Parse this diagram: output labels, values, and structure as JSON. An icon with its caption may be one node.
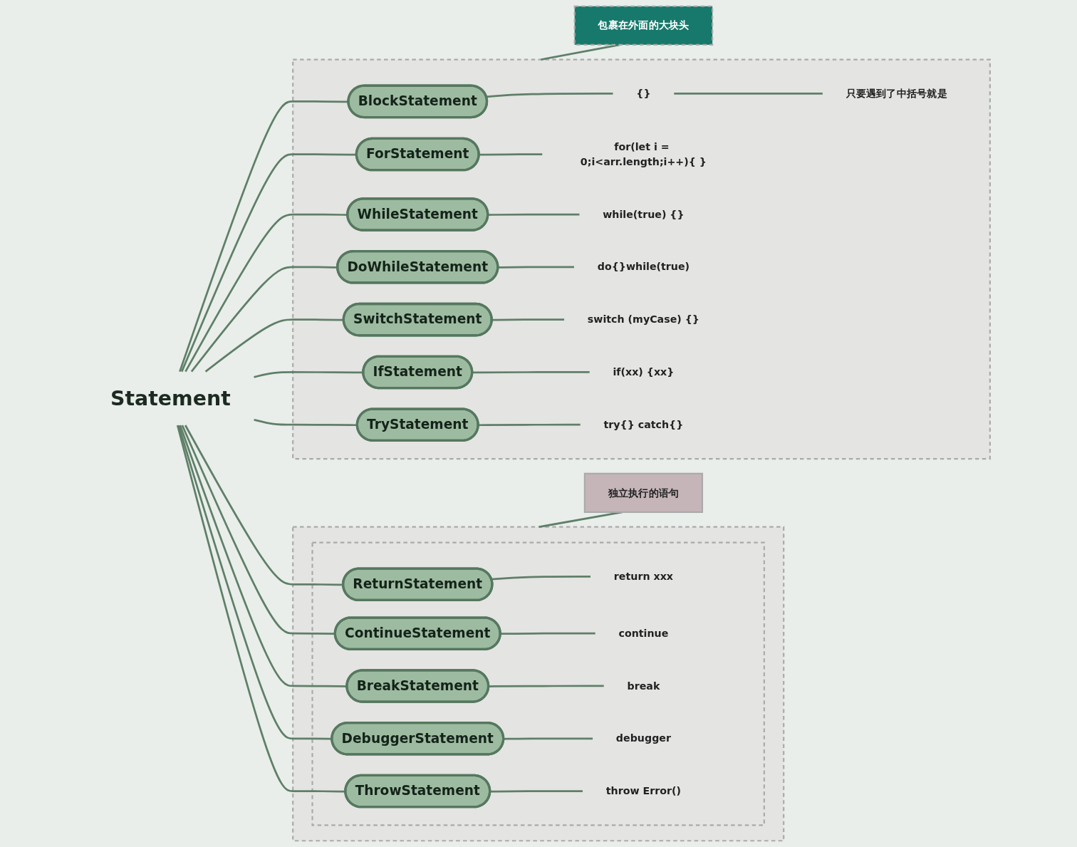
{
  "diagram": {
    "nodes": [
      {
        "text": [
          "Statement"
        ]
      },
      {
        "text": [],
        "shape": "box"
      },
      {
        "text": [
          "BlockStatement"
        ],
        "in": 1
      },
      {
        "text": [
          "{}"
        ],
        "in": 1
      },
      {
        "text": [
          "只要遇到了中括号就是"
        ],
        "in": 1
      },
      {
        "text": [
          "ForStatement"
        ],
        "in": 1
      },
      {
        "text": [
          "for(let i = 0;i<arr.length;i++){ }"
        ],
        "in": 1
      },
      {
        "text": [
          "WhileStatement"
        ],
        "in": 1
      },
      {
        "text": [
          "while(true) {}"
        ],
        "in": 1
      },
      {
        "text": [
          "DoWhileStatement"
        ],
        "in": 1
      },
      {
        "text": [
          "do{}while(true)"
        ],
        "in": 1
      },
      {
        "text": [
          "SwitchStatement"
        ],
        "in": 1
      },
      {
        "text": [
          "switch (myCase) {}"
        ],
        "in": 1
      },
      {
        "text": [
          "IfStatement"
        ],
        "in": 1
      },
      {
        "text": [
          "if(xx) {xx}"
        ],
        "in": 1
      },
      {
        "text": [
          "TryStatement"
        ],
        "in": 1
      },
      {
        "text": [
          "try{} catch{}"
        ],
        "in": 1
      },
      {
        "text": [],
        "shape": "box"
      },
      {
        "text": [],
        "shape": "box",
        "in": 17
      },
      {
        "text": [
          "ReturnStatement"
        ],
        "in": 18
      },
      {
        "text": [
          "return xxx"
        ],
        "in": 18
      },
      {
        "text": [
          "ContinueStatement"
        ],
        "in": 18
      },
      {
        "text": [
          "continue"
        ],
        "in": 18
      },
      {
        "text": [
          "BreakStatement"
        ],
        "in": 18
      },
      {
        "text": [
          "break"
        ],
        "in": 18
      },
      {
        "text": [
          "DebuggerStatement"
        ],
        "in": 18
      },
      {
        "text": [
          "debugger"
        ],
        "in": 18
      },
      {
        "text": [
          "ThrowStatement"
        ],
        "in": 18
      },
      {
        "text": [
          "throw Error()"
        ],
        "in": 18
      },
      {
        "text": [
          "包裹在外面的大块头"
        ]
      },
      {
        "text": [
          "独立执行的语句"
        ]
      }
    ],
    "edges": [
      {
        "from": 0,
        "to": 2,
        "arrow": "none"
      },
      {
        "from": 0,
        "to": 5,
        "arrow": "none"
      },
      {
        "from": 0,
        "to": 7,
        "arrow": "none"
      },
      {
        "from": 0,
        "to": 9,
        "arrow": "none"
      },
      {
        "from": 0,
        "to": 11,
        "arrow": "none"
      },
      {
        "from": 0,
        "to": 13,
        "arrow": "none"
      },
      {
        "from": 0,
        "to": 15,
        "arrow": "none"
      },
      {
        "from": 0,
        "to": 19,
        "arrow": "none"
      },
      {
        "from": 0,
        "to": 21,
        "arrow": "none"
      },
      {
        "from": 0,
        "to": 23,
        "arrow": "none"
      },
      {
        "from": 0,
        "to": 25,
        "arrow": "none"
      },
      {
        "from": 0,
        "to": 27,
        "arrow": "none"
      },
      {
        "from": 2,
        "to": 3,
        "arrow": "none"
      },
      {
        "from": 3,
        "to": 4,
        "arrow": "none"
      },
      {
        "from": 5,
        "to": 6,
        "arrow": "none"
      },
      {
        "from": 7,
        "to": 8,
        "arrow": "none"
      },
      {
        "from": 9,
        "to": 10,
        "arrow": "none"
      },
      {
        "from": 11,
        "to": 12,
        "arrow": "none"
      },
      {
        "from": 13,
        "to": 14,
        "arrow": "none"
      },
      {
        "from": 15,
        "to": 16,
        "arrow": "none"
      },
      {
        "from": 19,
        "to": 20,
        "arrow": "none"
      },
      {
        "from": 21,
        "to": 22,
        "arrow": "none"
      },
      {
        "from": 23,
        "to": 24,
        "arrow": "none"
      },
      {
        "from": 25,
        "to": 26,
        "arrow": "none"
      },
      {
        "from": 27,
        "to": 28,
        "arrow": "none"
      },
      {
        "from": 1,
        "to": 29,
        "arrow": "none"
      },
      {
        "from": 17,
        "to": 30,
        "arrow": "none"
      }
    ]
  }
}
